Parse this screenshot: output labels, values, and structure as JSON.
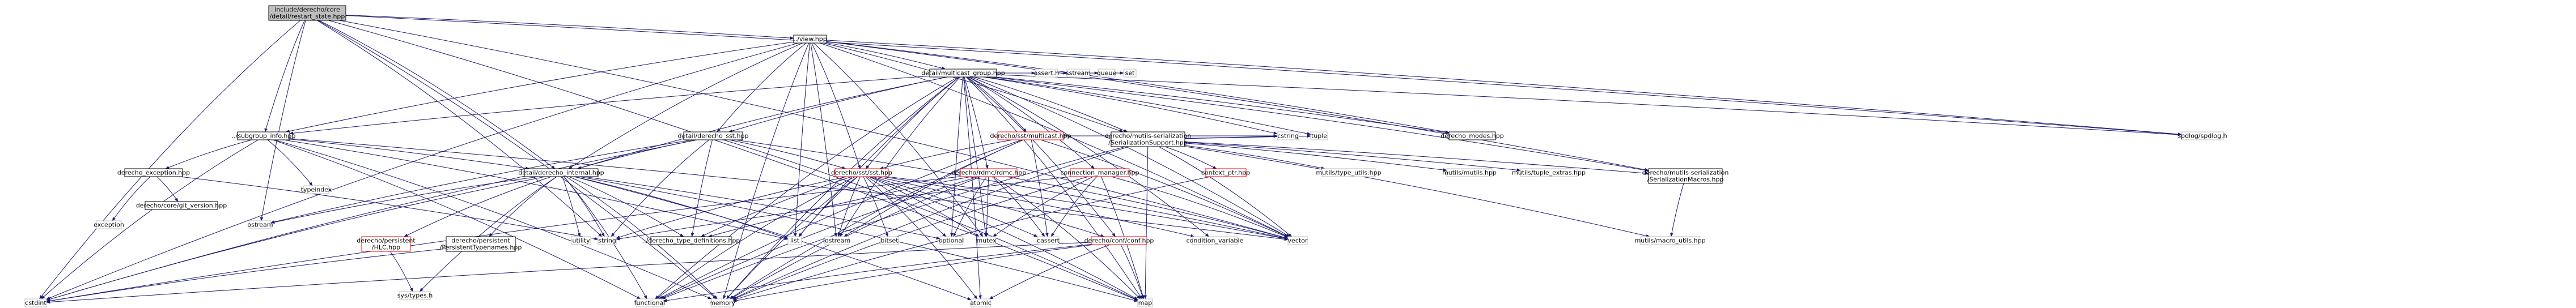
{
  "graph": {
    "root": "include/derecho/core/detail/restart_state.hpp",
    "colors": {
      "edge": "#191970",
      "node_border": "#000000",
      "root_fill": "#bfbfbf",
      "missing_border": "#bfbfbf",
      "incomplete_border": "#ff0000",
      "text": "#000000"
    },
    "nodes": [
      {
        "id": "root",
        "lines": [
          "include/derecho/core",
          "/detail/restart_state.hpp"
        ],
        "style": "root"
      },
      {
        "id": "view",
        "lines": [
          "../view.hpp"
        ],
        "style": "normal"
      },
      {
        "id": "subgroup_info",
        "lines": [
          "../subgroup_info.hpp"
        ],
        "style": "normal"
      },
      {
        "id": "derecho_internal",
        "lines": [
          "detail/derecho_internal.hpp"
        ],
        "style": "normal"
      },
      {
        "id": "multicast_group",
        "lines": [
          "detail/multicast_group.hpp"
        ],
        "style": "normal"
      },
      {
        "id": "derecho_sst",
        "lines": [
          "detail/derecho_sst.hpp"
        ],
        "style": "normal"
      },
      {
        "id": "derecho_exception",
        "lines": [
          "derecho_exception.hpp"
        ],
        "style": "normal"
      },
      {
        "id": "git_version",
        "lines": [
          "derecho/core/git_version.hpp"
        ],
        "style": "normal"
      },
      {
        "id": "hlc",
        "lines": [
          "derecho/persistent",
          "/HLC.hpp"
        ],
        "style": "incomplete"
      },
      {
        "id": "persistent_typenames",
        "lines": [
          "derecho/persistent",
          "/PersistentTypenames.hpp"
        ],
        "style": "normal"
      },
      {
        "id": "derecho_type_definitions",
        "lines": [
          "../derecho_type_definitions.hpp"
        ],
        "style": "normal"
      },
      {
        "id": "sst",
        "lines": [
          "derecho/sst/sst.hpp"
        ],
        "style": "incomplete"
      },
      {
        "id": "rdmc",
        "lines": [
          "derecho/rdmc/rdmc.hpp"
        ],
        "style": "incomplete"
      },
      {
        "id": "sst_multicast",
        "lines": [
          "derecho/sst/multicast.hpp"
        ],
        "style": "incomplete"
      },
      {
        "id": "connection_manager",
        "lines": [
          "connection_manager.hpp"
        ],
        "style": "incomplete"
      },
      {
        "id": "derecho_conf",
        "lines": [
          "derecho/conf/conf.hpp"
        ],
        "style": "incomplete"
      },
      {
        "id": "serialization_support",
        "lines": [
          "derecho/mutils-serialization",
          "/SerializationSupport.hpp"
        ],
        "style": "normal"
      },
      {
        "id": "serialization_macros",
        "lines": [
          "derecho/mutils-serialization",
          "/SerializationMacros.hpp"
        ],
        "style": "normal"
      },
      {
        "id": "context_ptr",
        "lines": [
          "context_ptr.hpp"
        ],
        "style": "incomplete"
      },
      {
        "id": "derecho_modes",
        "lines": [
          "derecho_modes.hpp"
        ],
        "style": "normal"
      },
      {
        "id": "spdlog",
        "lines": [
          "spdlog/spdlog.h"
        ],
        "style": "missing"
      },
      {
        "id": "cstdint",
        "lines": [
          "cstdint"
        ],
        "style": "missing"
      },
      {
        "id": "ostream",
        "lines": [
          "ostream"
        ],
        "style": "missing"
      },
      {
        "id": "string",
        "lines": [
          "string"
        ],
        "style": "missing"
      },
      {
        "id": "typeindex",
        "lines": [
          "typeindex"
        ],
        "style": "missing"
      },
      {
        "id": "exception",
        "lines": [
          "exception"
        ],
        "style": "missing"
      },
      {
        "id": "memory",
        "lines": [
          "memory"
        ],
        "style": "missing"
      },
      {
        "id": "functional",
        "lines": [
          "functional"
        ],
        "style": "missing"
      },
      {
        "id": "utility",
        "lines": [
          "utility"
        ],
        "style": "missing"
      },
      {
        "id": "sys_types",
        "lines": [
          "sys/types.h"
        ],
        "style": "missing"
      },
      {
        "id": "list",
        "lines": [
          "list"
        ],
        "style": "missing"
      },
      {
        "id": "iostream",
        "lines": [
          "iostream"
        ],
        "style": "missing"
      },
      {
        "id": "bitset",
        "lines": [
          "bitset"
        ],
        "style": "missing"
      },
      {
        "id": "atomic",
        "lines": [
          "atomic"
        ],
        "style": "missing"
      },
      {
        "id": "optional",
        "lines": [
          "optional"
        ],
        "style": "missing"
      },
      {
        "id": "mutex",
        "lines": [
          "mutex"
        ],
        "style": "missing"
      },
      {
        "id": "cassert",
        "lines": [
          "cassert"
        ],
        "style": "missing"
      },
      {
        "id": "condition_variable",
        "lines": [
          "condition_variable"
        ],
        "style": "missing"
      },
      {
        "id": "vector",
        "lines": [
          "vector"
        ],
        "style": "missing"
      },
      {
        "id": "map",
        "lines": [
          "map"
        ],
        "style": "missing"
      },
      {
        "id": "cstring",
        "lines": [
          "cstring"
        ],
        "style": "missing"
      },
      {
        "id": "tuple",
        "lines": [
          "tuple"
        ],
        "style": "missing"
      },
      {
        "id": "mutils_type_utils",
        "lines": [
          "mutils/type_utils.hpp"
        ],
        "style": "missing"
      },
      {
        "id": "mutils_mutils",
        "lines": [
          "mutils/mutils.hpp"
        ],
        "style": "missing"
      },
      {
        "id": "mutils_tuple_extras",
        "lines": [
          "mutils/tuple_extras.hpp"
        ],
        "style": "missing"
      },
      {
        "id": "mutils_macro_utils",
        "lines": [
          "mutils/macro_utils.hpp"
        ],
        "style": "missing"
      },
      {
        "id": "assert_h",
        "lines": [
          "assert.h"
        ],
        "style": "missing"
      },
      {
        "id": "sstream",
        "lines": [
          "sstream"
        ],
        "style": "missing"
      },
      {
        "id": "queue",
        "lines": [
          "queue"
        ],
        "style": "missing"
      },
      {
        "id": "set",
        "lines": [
          "set"
        ],
        "style": "missing"
      }
    ],
    "edges": [
      [
        "root",
        "view"
      ],
      [
        "root",
        "subgroup_info"
      ],
      [
        "root",
        "derecho_internal"
      ],
      [
        "root",
        "cstdint"
      ],
      [
        "root",
        "ostream"
      ],
      [
        "root",
        "string"
      ],
      [
        "root",
        "memory"
      ],
      [
        "root",
        "vector"
      ],
      [
        "root",
        "map"
      ],
      [
        "root",
        "spdlog"
      ],
      [
        "view",
        "multicast_group"
      ],
      [
        "view",
        "derecho_sst"
      ],
      [
        "view",
        "derecho_internal"
      ],
      [
        "view",
        "subgroup_info"
      ],
      [
        "view",
        "sst"
      ],
      [
        "view",
        "serialization_support"
      ],
      [
        "view",
        "derecho_modes"
      ],
      [
        "view",
        "cstdint"
      ],
      [
        "view",
        "iostream"
      ],
      [
        "view",
        "memory"
      ],
      [
        "view",
        "mutex"
      ],
      [
        "view",
        "vector"
      ],
      [
        "view",
        "spdlog"
      ],
      [
        "view",
        "serialization_macros"
      ],
      [
        "view",
        "list"
      ],
      [
        "subgroup_info",
        "derecho_exception"
      ],
      [
        "subgroup_info",
        "derecho_internal"
      ],
      [
        "subgroup_info",
        "cstdint"
      ],
      [
        "subgroup_info",
        "typeindex"
      ],
      [
        "subgroup_info",
        "functional"
      ],
      [
        "subgroup_info",
        "memory"
      ],
      [
        "subgroup_info",
        "list"
      ],
      [
        "subgroup_info",
        "vector"
      ],
      [
        "derecho_exception",
        "exception"
      ],
      [
        "derecho_exception",
        "string"
      ],
      [
        "derecho_exception",
        "git_version"
      ],
      [
        "multicast_group",
        "derecho_internal"
      ],
      [
        "multicast_group",
        "derecho_sst"
      ],
      [
        "multicast_group",
        "subgroup_info"
      ],
      [
        "multicast_group",
        "sst"
      ],
      [
        "multicast_group",
        "rdmc"
      ],
      [
        "multicast_group",
        "sst_multicast"
      ],
      [
        "multicast_group",
        "connection_manager"
      ],
      [
        "multicast_group",
        "derecho_conf"
      ],
      [
        "multicast_group",
        "serialization_support"
      ],
      [
        "multicast_group",
        "derecho_modes"
      ],
      [
        "multicast_group",
        "assert_h"
      ],
      [
        "multicast_group",
        "sstream"
      ],
      [
        "multicast_group",
        "queue"
      ],
      [
        "multicast_group",
        "set"
      ],
      [
        "multicast_group",
        "cstring"
      ],
      [
        "multicast_group",
        "tuple"
      ],
      [
        "multicast_group",
        "vector"
      ],
      [
        "multicast_group",
        "map"
      ],
      [
        "multicast_group",
        "memory"
      ],
      [
        "multicast_group",
        "functional"
      ],
      [
        "multicast_group",
        "mutex"
      ],
      [
        "multicast_group",
        "optional"
      ],
      [
        "multicast_group",
        "condition_variable"
      ],
      [
        "multicast_group",
        "list"
      ],
      [
        "multicast_group",
        "iostream"
      ],
      [
        "multicast_group",
        "atomic"
      ],
      [
        "multicast_group",
        "serialization_macros"
      ],
      [
        "multicast_group",
        "spdlog"
      ],
      [
        "derecho_sst",
        "derecho_internal"
      ],
      [
        "derecho_sst",
        "sst"
      ],
      [
        "derecho_sst",
        "derecho_type_definitions"
      ],
      [
        "derecho_sst",
        "string"
      ],
      [
        "derecho_sst",
        "ostream"
      ],
      [
        "derecho_sst",
        "cstdint"
      ],
      [
        "derecho_sst",
        "vector"
      ],
      [
        "derecho_sst",
        "map"
      ],
      [
        "derecho_internal",
        "hlc"
      ],
      [
        "derecho_internal",
        "persistent_typenames"
      ],
      [
        "derecho_internal",
        "derecho_type_definitions"
      ],
      [
        "derecho_internal",
        "cstdint"
      ],
      [
        "derecho_internal",
        "functional"
      ],
      [
        "derecho_internal",
        "memory"
      ],
      [
        "derecho_internal",
        "string"
      ],
      [
        "derecho_internal",
        "utility"
      ],
      [
        "derecho_internal",
        "sys_types"
      ],
      [
        "derecho_internal",
        "ostream"
      ],
      [
        "derecho_internal",
        "list"
      ],
      [
        "derecho_internal",
        "optional"
      ],
      [
        "derecho_internal",
        "map"
      ],
      [
        "derecho_internal",
        "atomic"
      ],
      [
        "hlc",
        "sys_types"
      ],
      [
        "persistent_typenames",
        "cstdint"
      ],
      [
        "sst",
        "derecho_type_definitions"
      ],
      [
        "sst",
        "string"
      ],
      [
        "sst",
        "list"
      ],
      [
        "sst",
        "iostream"
      ],
      [
        "sst",
        "bitset"
      ],
      [
        "sst",
        "memory"
      ],
      [
        "sst",
        "atomic"
      ],
      [
        "sst",
        "functional"
      ],
      [
        "sst",
        "mutex"
      ],
      [
        "sst",
        "cassert"
      ],
      [
        "sst",
        "vector"
      ],
      [
        "sst",
        "optional"
      ],
      [
        "sst",
        "derecho_conf"
      ],
      [
        "sst",
        "condition_variable"
      ],
      [
        "sst",
        "map"
      ],
      [
        "rdmc",
        "derecho_type_definitions"
      ],
      [
        "rdmc",
        "functional"
      ],
      [
        "rdmc",
        "memory"
      ],
      [
        "rdmc",
        "mutex"
      ],
      [
        "rdmc",
        "optional"
      ],
      [
        "rdmc",
        "vector"
      ],
      [
        "rdmc",
        "cstdint"
      ],
      [
        "rdmc",
        "cassert"
      ],
      [
        "rdmc",
        "map"
      ],
      [
        "sst_multicast",
        "sst"
      ],
      [
        "sst_multicast",
        "functional"
      ],
      [
        "sst_multicast",
        "memory"
      ],
      [
        "sst_multicast",
        "vector"
      ],
      [
        "sst_multicast",
        "iostream"
      ],
      [
        "sst_multicast",
        "cassert"
      ],
      [
        "sst_multicast",
        "cstring"
      ],
      [
        "connection_manager",
        "string"
      ],
      [
        "connection_manager",
        "map"
      ],
      [
        "connection_manager",
        "mutex"
      ],
      [
        "connection_manager",
        "cassert"
      ],
      [
        "connection_manager",
        "vector"
      ],
      [
        "connection_manager",
        "memory"
      ],
      [
        "derecho_conf",
        "functional"
      ],
      [
        "derecho_conf",
        "memory"
      ],
      [
        "derecho_conf",
        "map"
      ],
      [
        "derecho_conf",
        "atomic"
      ],
      [
        "derecho_conf",
        "cstdint"
      ],
      [
        "serialization_support",
        "serialization_macros"
      ],
      [
        "serialization_support",
        "context_ptr"
      ],
      [
        "serialization_support",
        "mutils_type_utils"
      ],
      [
        "serialization_support",
        "mutils_mutils"
      ],
      [
        "serialization_support",
        "mutils_tuple_extras"
      ],
      [
        "serialization_support",
        "cstring"
      ],
      [
        "serialization_support",
        "tuple"
      ],
      [
        "serialization_support",
        "vector"
      ],
      [
        "serialization_support",
        "map"
      ],
      [
        "serialization_support",
        "memory"
      ],
      [
        "serialization_support",
        "functional"
      ],
      [
        "serialization_support",
        "mutils_macro_utils"
      ],
      [
        "serialization_macros",
        "mutils_macro_utils"
      ],
      [
        "context_ptr",
        "memory"
      ]
    ]
  }
}
